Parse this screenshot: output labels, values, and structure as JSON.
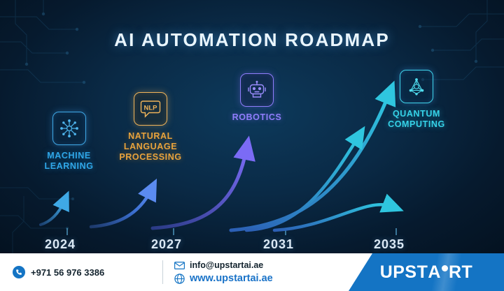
{
  "title": "AI AUTOMATION ROADMAP",
  "colors": {
    "background_deep": "#04111f",
    "background_glow": "#0d3a5c",
    "title": "#eaf6ff",
    "machine_learning": "#2fa7e8",
    "nlp": "#e8a33c",
    "robotics": "#8f7dfb",
    "quantum": "#36d3e8",
    "brand_blue": "#1474c4",
    "footer_bg": "#ffffff",
    "link_blue": "#1a73c8"
  },
  "chart_data": {
    "type": "line",
    "title": "AI AUTOMATION ROADMAP",
    "xlabel": "",
    "ylabel": "",
    "categories": [
      "2024",
      "2027",
      "2031",
      "2035"
    ],
    "series": [
      {
        "name": "Machine Learning",
        "color": "#2fa7e8",
        "milestone_year": "2024"
      },
      {
        "name": "Natural Language Processing",
        "color": "#e8a33c",
        "milestone_year": "2027"
      },
      {
        "name": "Robotics",
        "color": "#8f7dfb",
        "milestone_year": "2031"
      },
      {
        "name": "Quantum Computing",
        "color": "#36d3e8",
        "milestone_year": "2035"
      }
    ],
    "grid": false,
    "legend": "none"
  },
  "nodes": [
    {
      "id": "machine-learning",
      "label": "MACHINE\nLEARNING",
      "label_line1": "MACHINE",
      "label_line2": "LEARNING",
      "icon": "neural-network-icon",
      "color": "#2fa7e8"
    },
    {
      "id": "nlp",
      "label_line1": "NATURAL",
      "label_line2": "LANGUAGE",
      "label_line3": "PROCESSING",
      "icon_text": "NLP",
      "icon": "speech-bubble-icon",
      "color": "#e8a33c"
    },
    {
      "id": "robotics",
      "label_line1": "ROBOTICS",
      "icon": "robot-icon",
      "color": "#8f7dfb"
    },
    {
      "id": "quantum-computing",
      "label_line1": "QUANTUM",
      "label_line2": "COMPUTING",
      "icon": "atom-node-icon",
      "color": "#36d3e8"
    }
  ],
  "axis": {
    "years": [
      "2024",
      "2027",
      "2031",
      "2035"
    ]
  },
  "footer": {
    "phone": "+971 56 976 3386",
    "phone_icon": "phone-icon",
    "email": "info@upstartai.ae",
    "email_icon": "envelope-icon",
    "website": "www.upstartai.ae",
    "website_icon": "globe-icon",
    "brand_part1": "UPST",
    "brand_part2": "A",
    "brand_part3": "RT"
  }
}
